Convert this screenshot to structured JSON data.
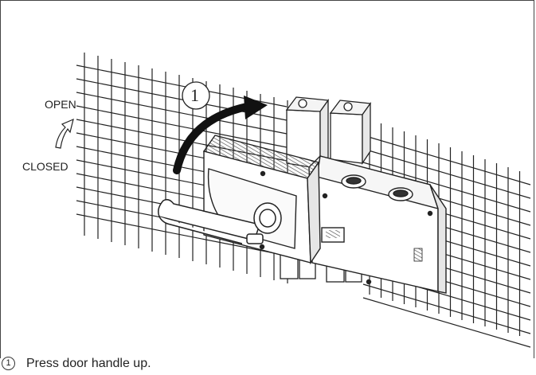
{
  "labels": {
    "open": "OPEN",
    "closed": "CLOSED",
    "step_number": "1"
  },
  "caption": {
    "number": "1",
    "text": "Press door handle up."
  }
}
